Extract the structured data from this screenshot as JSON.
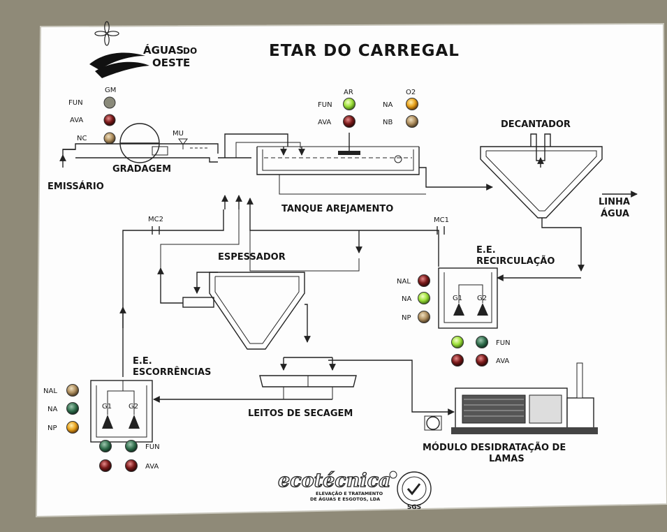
{
  "header": {
    "title": "ETAR DO CARREGAL",
    "logo_line1": "ÁGUAS",
    "logo_line1_small": "DO",
    "logo_line2": "OESTE"
  },
  "labels": {
    "gradagem": "GRADAGEM",
    "emissario": "EMISSÁRIO",
    "tanque": "TANQUE AREJAMENTO",
    "decantador": "DECANTADOR",
    "linha": "LINHA",
    "agua": "ÁGUA",
    "espessador": "ESPESSADOR",
    "ee_recirc_1": "E.E.",
    "ee_recirc_2": "RECIRCULAÇÃO",
    "ee_escorr_1": "E.E.",
    "ee_escorr_2": "ESCORRÊNCIAS",
    "leitos": "LEITOS DE SECAGEM",
    "modulo_1": "MÓDULO DESIDRATAÇÃO DE",
    "modulo_2": "LAMAS",
    "mu": "MU",
    "mc1": "MC1",
    "mc2": "MC2",
    "g1": "G1",
    "g2": "G2"
  },
  "gm": {
    "heading": "GM",
    "fun": "FUN",
    "ava": "AVA",
    "nc": "NC"
  },
  "ar": {
    "heading": "AR",
    "fun": "FUN",
    "ava": "AVA"
  },
  "o2": {
    "heading": "O2",
    "na": "NA",
    "nb": "NB"
  },
  "recirc_panel": {
    "nal": "NAL",
    "na": "NA",
    "np": "NP",
    "fun": "FUN",
    "ava": "AVA"
  },
  "escorr_panel": {
    "nal": "NAL",
    "na": "NA",
    "np": "NP",
    "fun": "FUN",
    "ava": "AVA"
  },
  "footer": {
    "brand": "ecotécnica",
    "tagline_1": "ELEVAÇÃO E TRATAMENTO",
    "tagline_2": "DE ÁGUAS E ESGOTOS, LDA",
    "cert": "SGS"
  },
  "colors": {
    "panel": "#fdfdfd",
    "line": "#222222",
    "lamp_green_on": "#9ee03a",
    "lamp_green_off": "#2e6b4a",
    "lamp_red": "#7a1a1a",
    "lamp_amber": "#e8a21c",
    "lamp_tan": "#b09060",
    "lamp_grey": "#8a8a7a"
  }
}
